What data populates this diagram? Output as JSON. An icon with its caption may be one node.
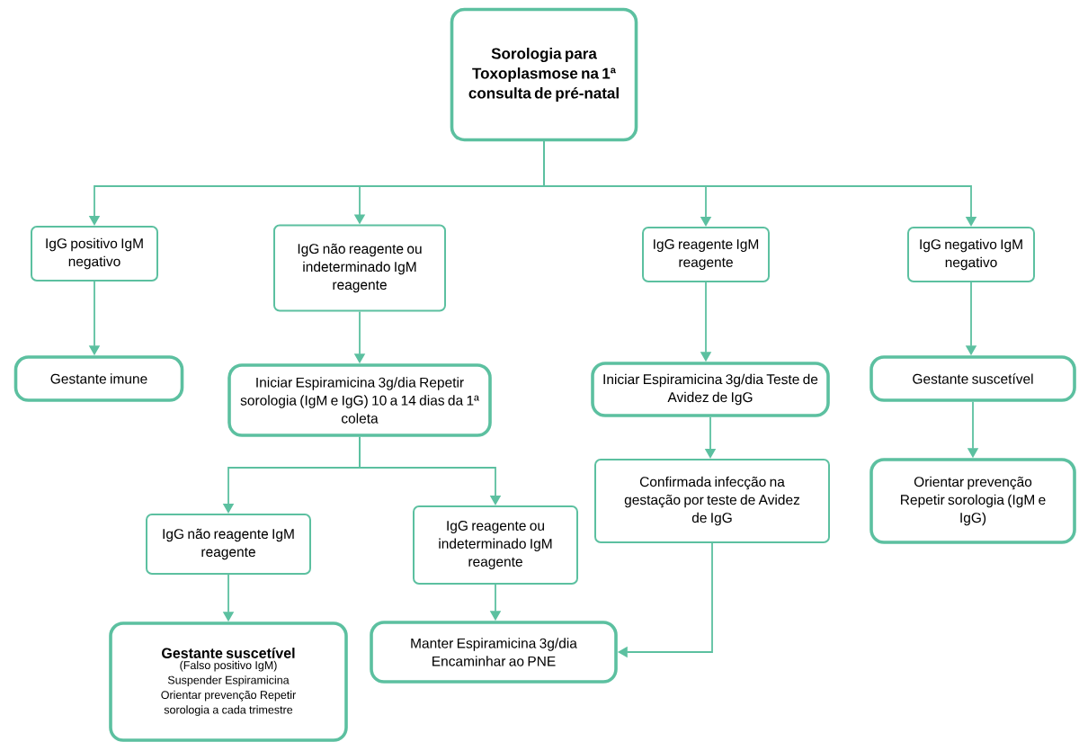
{
  "diagram": {
    "nodes": [
      {
        "text": [
          "Sorologia para Toxoplasmose na 1ª consulta de pré-natal"
        ]
      },
      {
        "text": [
          "IgG positivo IgM negativo"
        ]
      },
      {
        "text": [
          "IgG não reagente ou indeterminado IgM reagente"
        ]
      },
      {
        "text": [
          "IgG reagente IgM reagente"
        ]
      },
      {
        "text": [
          "IgG negativo IgM negativo"
        ]
      },
      {
        "text": [
          "Gestante imune"
        ]
      },
      {
        "text": [
          "Iniciar Espiramicina 3g/dia Repetir sorologia (IgM e IgG) 10 a 14 dias da 1ª coleta"
        ]
      },
      {
        "text": [
          "Iniciar Espiramicina 3g/dia Teste de Avidez de IgG"
        ]
      },
      {
        "text": [
          "Gestante suscetível"
        ]
      },
      {
        "text": [
          "IgG não reagente IgM reagente"
        ]
      },
      {
        "text": [
          "IgG reagente ou indeterminado IgM reagente"
        ]
      },
      {
        "text": [
          "Confirmada infecção na gestação por teste de Avidez de IgG"
        ]
      },
      {
        "text": [
          "Orientar prevenção Repetir sorologia (IgM e IgG)"
        ]
      },
      {
        "text": [
          "Gestante suscetível",
          "(Falso positivo IgM) Suspender Espiramicina Orientar prevenção Repetir sorologia a cada trimestre"
        ]
      },
      {
        "text": [
          "Manter Espiramicina 3g/dia Encaminhar ao PNE"
        ]
      }
    ],
    "edges": [
      {
        "from": 0,
        "to": 1,
        "arrow": "to"
      },
      {
        "from": 0,
        "to": 2,
        "arrow": "to"
      },
      {
        "from": 0,
        "to": 3,
        "arrow": "to"
      },
      {
        "from": 0,
        "to": 4,
        "arrow": "to"
      },
      {
        "from": 1,
        "to": 5,
        "arrow": "to"
      },
      {
        "from": 2,
        "to": 6,
        "arrow": "to"
      },
      {
        "from": 3,
        "to": 7,
        "arrow": "to"
      },
      {
        "from": 4,
        "to": 8,
        "arrow": "to"
      },
      {
        "from": 6,
        "to": 9,
        "arrow": "to"
      },
      {
        "from": 6,
        "to": 10,
        "arrow": "to"
      },
      {
        "from": 7,
        "to": 11,
        "arrow": "to"
      },
      {
        "from": 8,
        "to": 12,
        "arrow": "to"
      },
      {
        "from": 9,
        "to": 13,
        "arrow": "to"
      },
      {
        "from": 10,
        "to": 14,
        "arrow": "to"
      },
      {
        "from": 11,
        "to": 14,
        "arrow": "to"
      }
    ]
  }
}
